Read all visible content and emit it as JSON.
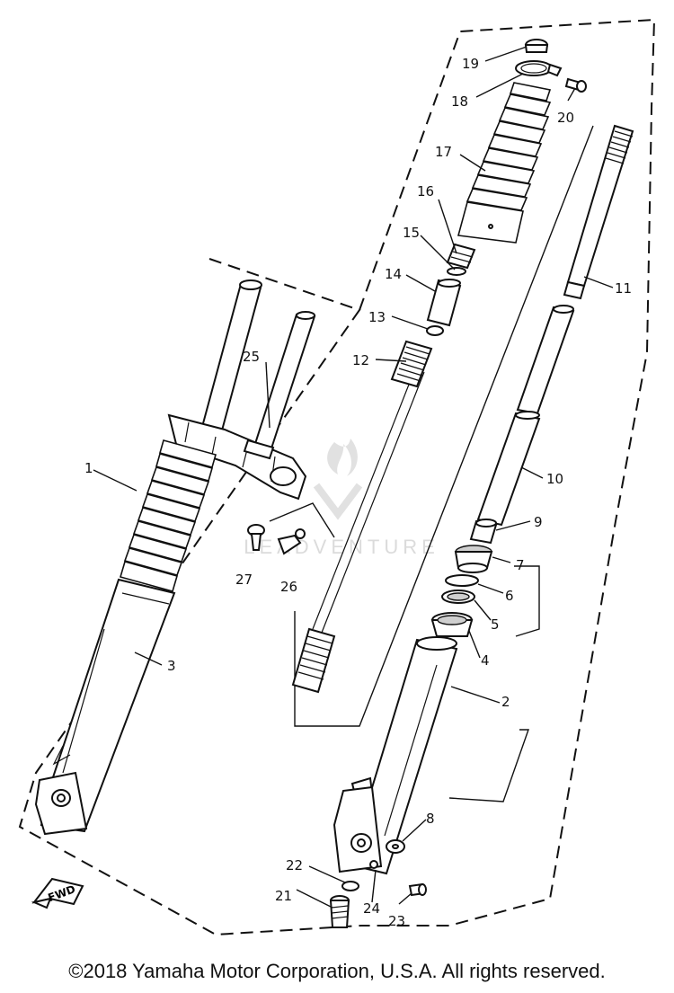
{
  "callouts": [
    "1",
    "2",
    "3",
    "4",
    "5",
    "6",
    "7",
    "8",
    "9",
    "10",
    "11",
    "12",
    "13",
    "14",
    "15",
    "16",
    "17",
    "18",
    "19",
    "20",
    "21",
    "22",
    "23",
    "24",
    "25",
    "26",
    "27"
  ],
  "watermark": "LEADVENTURE",
  "fwd_label": "FWD",
  "copyright": "©2018 Yamaha Motor Corporation, U.S.A. All rights reserved."
}
